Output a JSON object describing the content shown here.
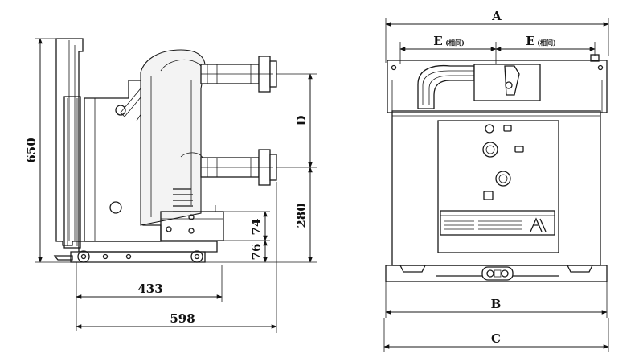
{
  "side_view": {
    "dim_height_total": "650",
    "dim_center_distance": "D",
    "dim_height_lower": "280",
    "dim_bracket_height": "74",
    "dim_base_offset": "76",
    "dim_depth_inner": "433",
    "dim_depth_total": "598"
  },
  "front_view": {
    "dim_width_top": "A",
    "dim_phase_left": "E",
    "dim_phase_left_note": "(相间)",
    "dim_phase_right": "E",
    "dim_phase_right_note": "(相间)",
    "dim_width_base": "B",
    "dim_width_total": "C"
  }
}
